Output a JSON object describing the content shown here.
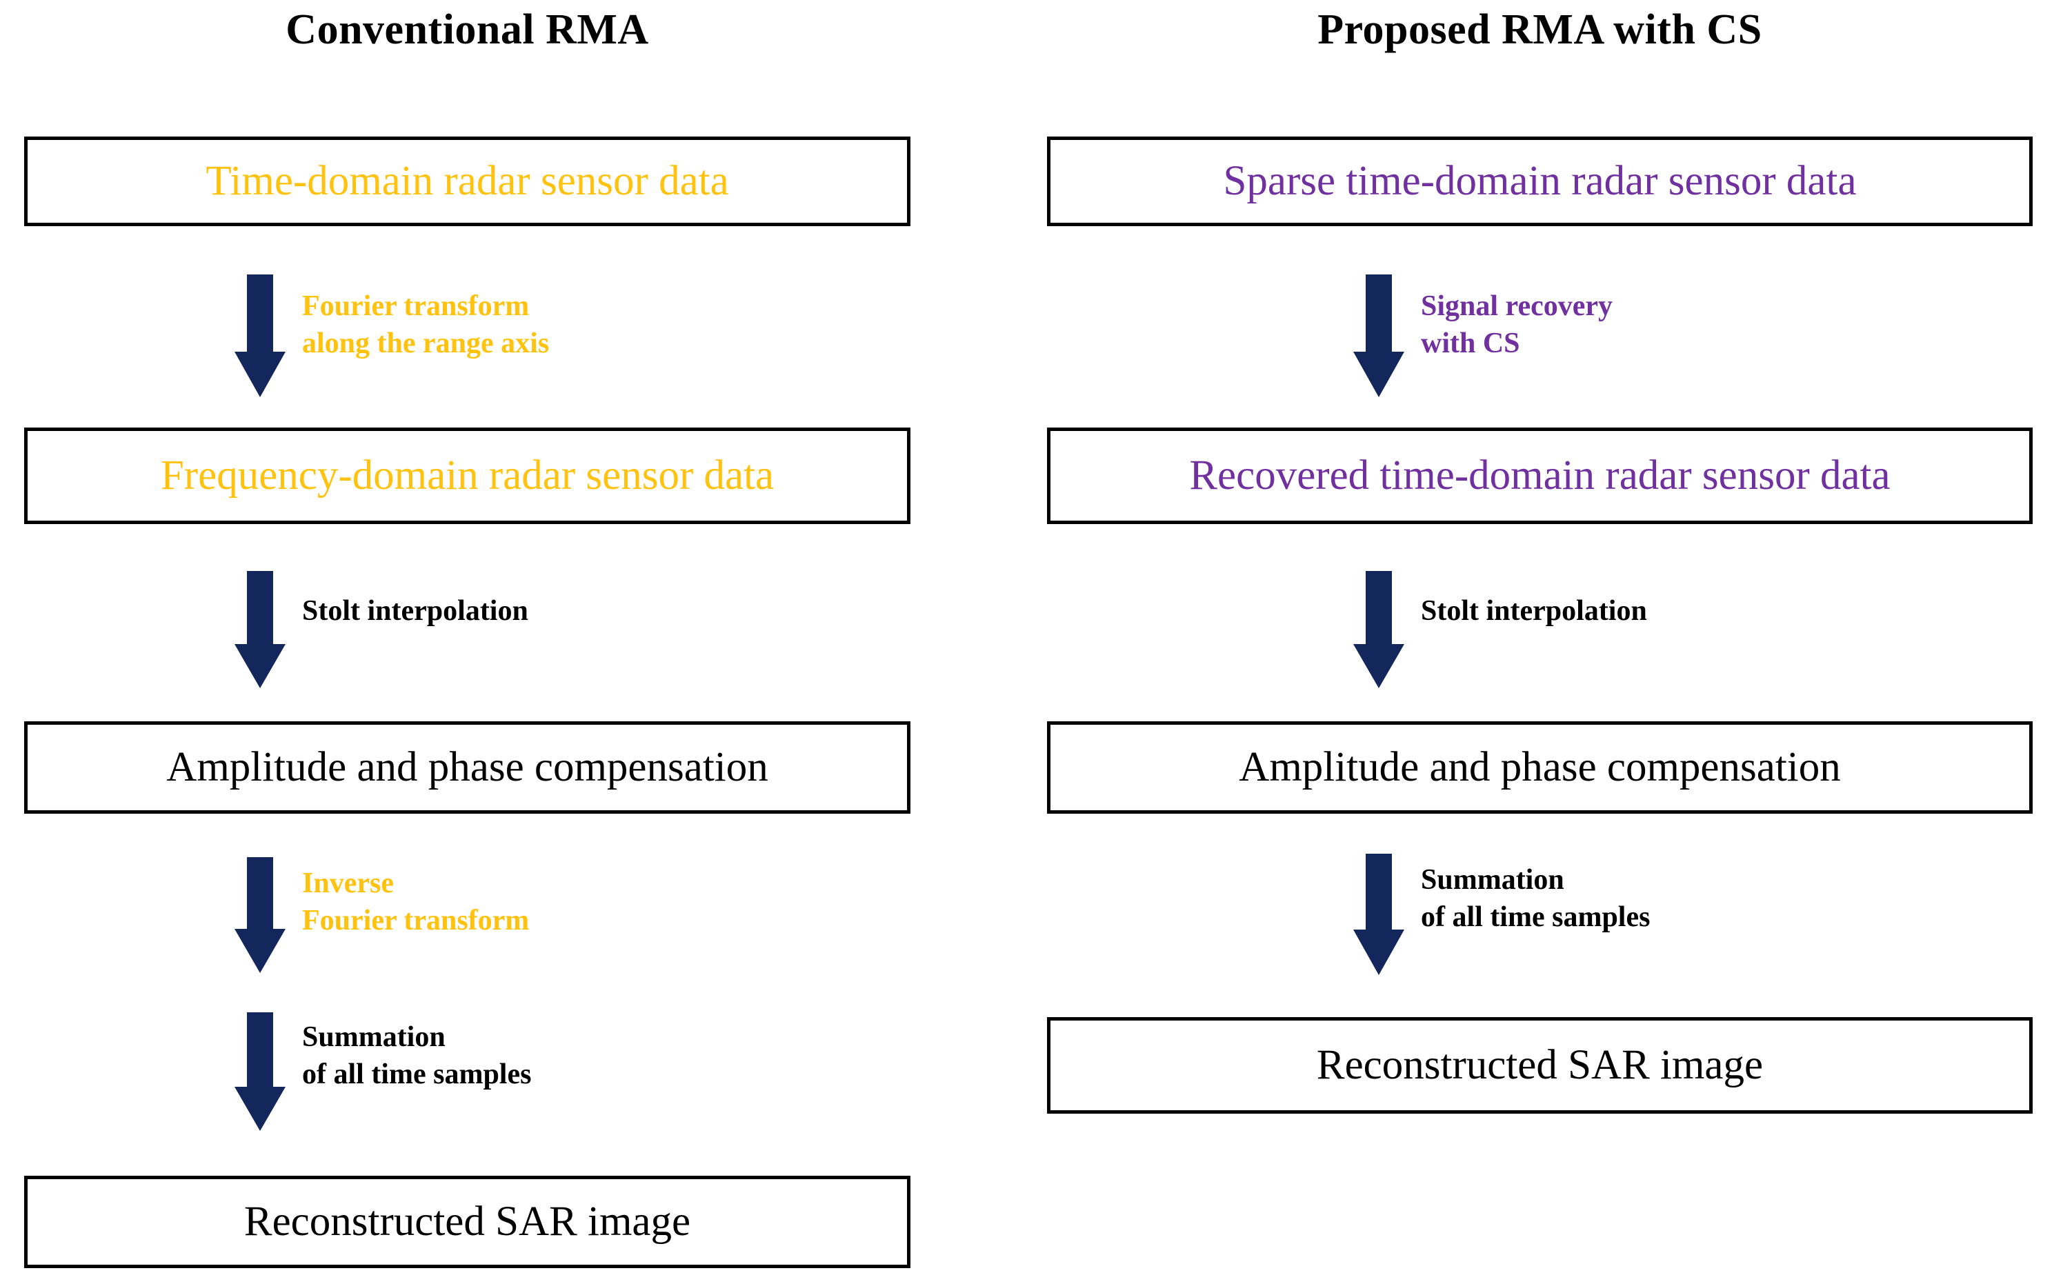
{
  "colors": {
    "arrow": "#13275C",
    "gold": "#FFC20E",
    "purple": "#7030A0",
    "black": "#000000",
    "box_border": "#000000",
    "background": "#FFFFFF"
  },
  "columns": [
    {
      "id": "conventional",
      "title": "Conventional RMA",
      "steps": [
        {
          "label": "Time-domain radar sensor data",
          "color": "gold"
        },
        {
          "label": "Frequency-domain radar sensor data",
          "color": "gold"
        },
        {
          "label": "Amplitude and phase compensation",
          "color": "black"
        },
        {
          "label": "Reconstructed SAR image",
          "color": "black"
        }
      ],
      "transitions": [
        {
          "caption": "Fourier transform\nalong the range axis",
          "color": "gold"
        },
        {
          "caption": "Stolt interpolation",
          "color": "black"
        },
        {
          "caption": "Inverse\nFourier transform",
          "color": "gold"
        },
        {
          "caption": "Summation\nof all time samples",
          "color": "black"
        }
      ]
    },
    {
      "id": "proposed",
      "title": "Proposed RMA with CS",
      "steps": [
        {
          "label": "Sparse time-domain radar sensor data",
          "color": "purple"
        },
        {
          "label": "Recovered time-domain radar sensor data",
          "color": "purple"
        },
        {
          "label": "Amplitude and phase compensation",
          "color": "black"
        },
        {
          "label": "Reconstructed SAR image",
          "color": "black"
        }
      ],
      "transitions": [
        {
          "caption": "Signal recovery\nwith CS",
          "color": "purple"
        },
        {
          "caption": "Stolt interpolation",
          "color": "black"
        },
        {
          "caption": "Summation\nof all time samples",
          "color": "black"
        }
      ]
    }
  ],
  "diagram": {
    "type": "flowchart",
    "orientation": "vertical",
    "parallel_columns": 2,
    "arrow_glyph": "down-arrow"
  }
}
